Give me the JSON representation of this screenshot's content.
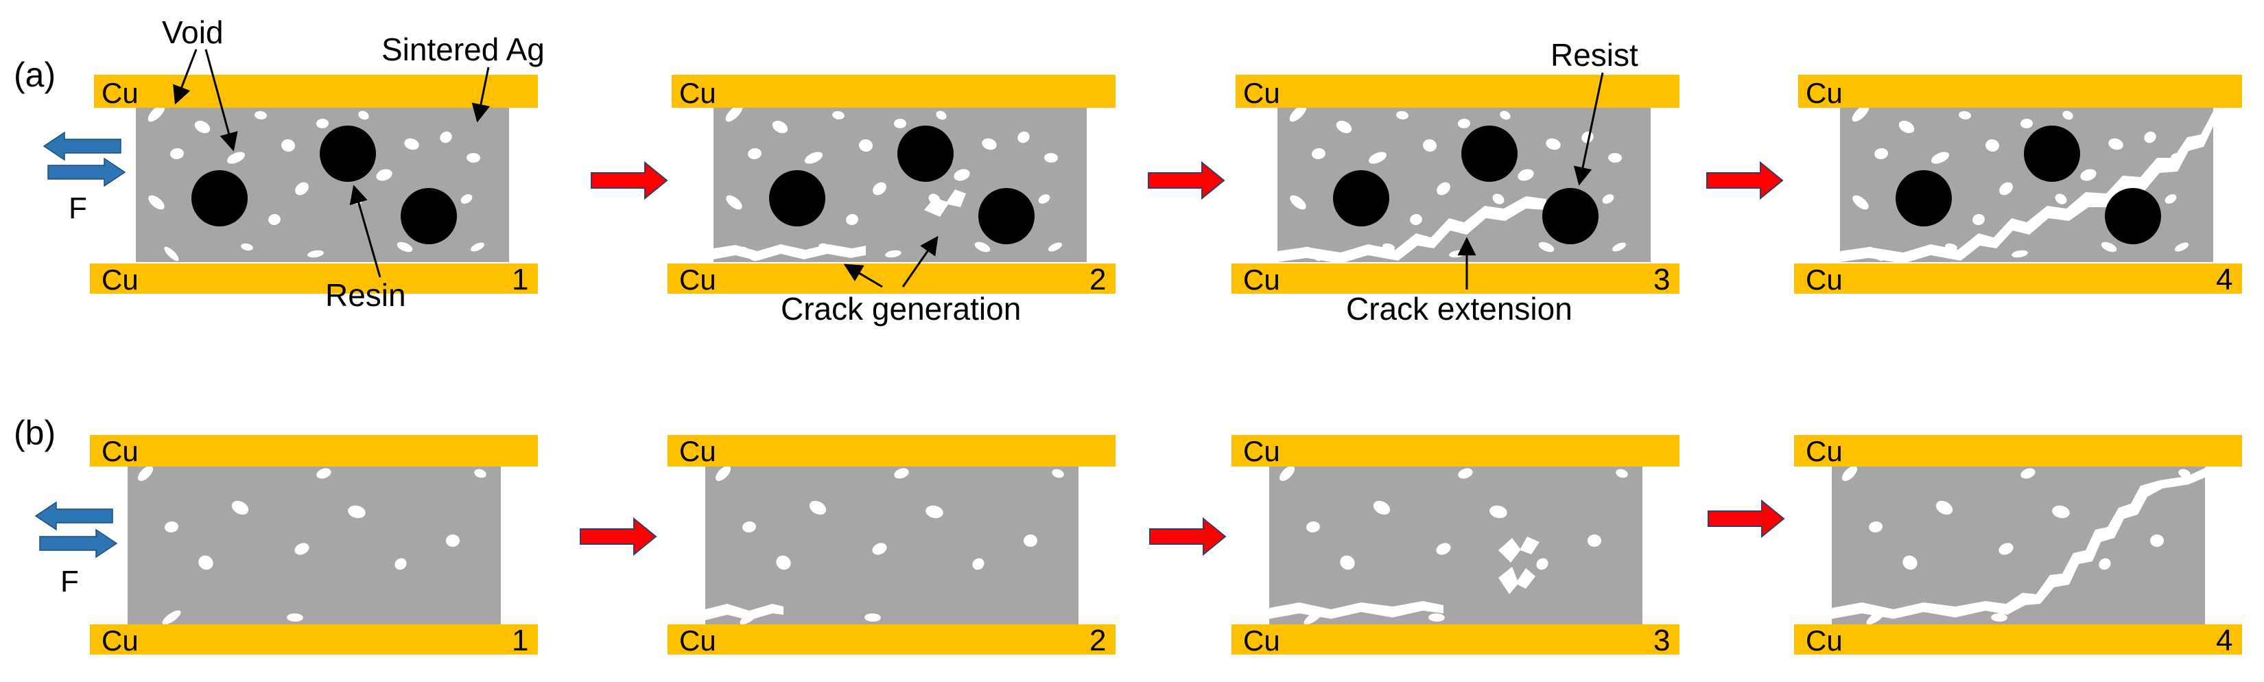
{
  "colors": {
    "copper": "#FFC000",
    "sintered_ag": "#A6A6A6",
    "void": "#FFFFFF",
    "resin": "#000000",
    "force_arrow": "#2E75B6",
    "step_arrow": "#FF0000",
    "step_arrow_outline": "#2F3E6E"
  },
  "rows": [
    {
      "label": "(a)",
      "force_label": "F",
      "has_resin": true,
      "steps": [
        {
          "number": "1",
          "top_layer": "Cu",
          "bottom_layer": "Cu",
          "crack": "none"
        },
        {
          "number": "2",
          "top_layer": "Cu",
          "bottom_layer": "Cu",
          "crack": "generation"
        },
        {
          "number": "3",
          "top_layer": "Cu",
          "bottom_layer": "Cu",
          "crack": "extension"
        },
        {
          "number": "4",
          "top_layer": "Cu",
          "bottom_layer": "Cu",
          "crack": "full"
        }
      ],
      "annotations": {
        "void": "Void",
        "sintered_ag": "Sintered Ag",
        "resin": "Resin",
        "crack_generation": "Crack generation",
        "resist": "Resist",
        "crack_extension": "Crack extension"
      }
    },
    {
      "label": "(b)",
      "force_label": "F",
      "has_resin": false,
      "steps": [
        {
          "number": "1",
          "top_layer": "Cu",
          "bottom_layer": "Cu",
          "crack": "none"
        },
        {
          "number": "2",
          "top_layer": "Cu",
          "bottom_layer": "Cu",
          "crack": "generation"
        },
        {
          "number": "3",
          "top_layer": "Cu",
          "bottom_layer": "Cu",
          "crack": "extension"
        },
        {
          "number": "4",
          "top_layer": "Cu",
          "bottom_layer": "Cu",
          "crack": "full"
        }
      ]
    }
  ]
}
